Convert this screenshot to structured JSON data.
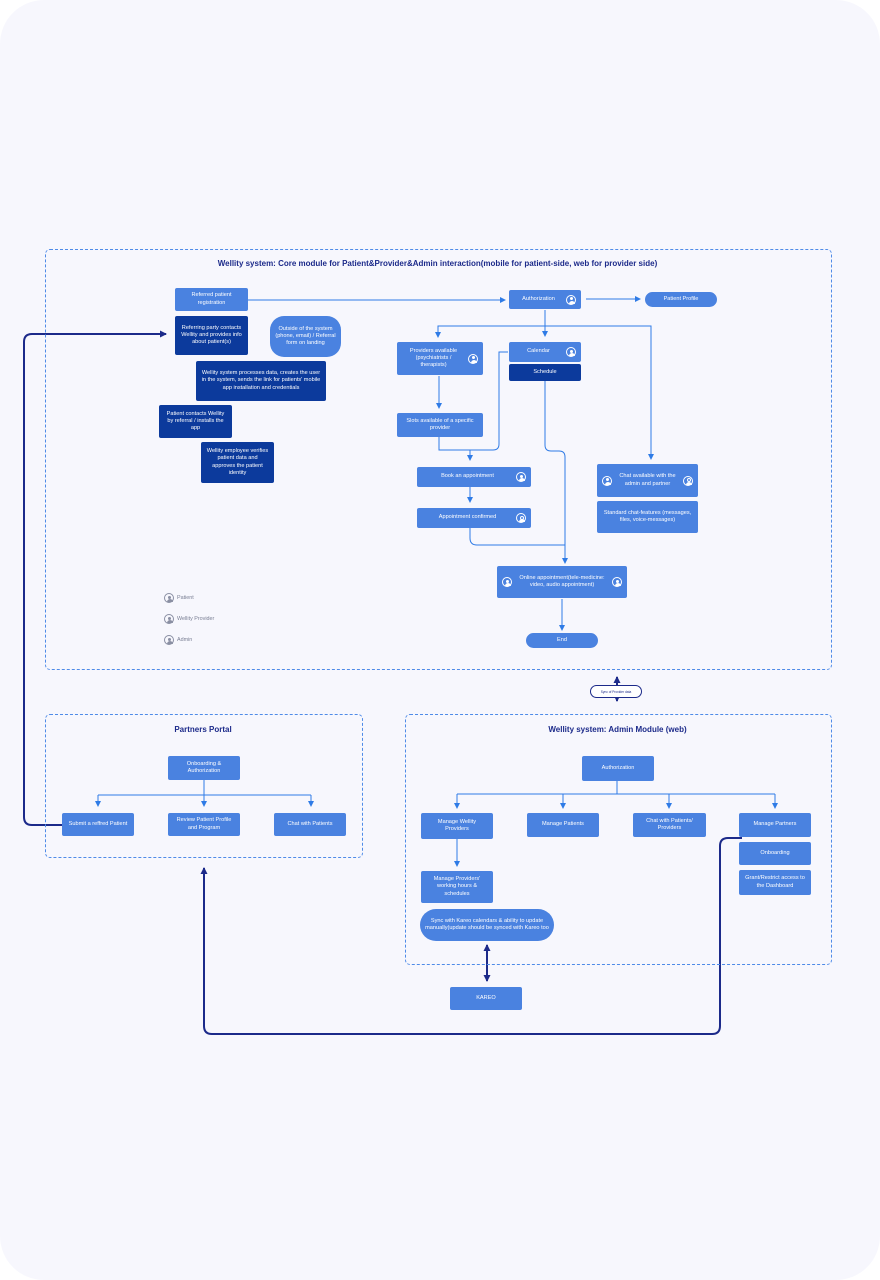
{
  "core": {
    "title": "Wellity system: Core module for Patient&Provider&Admin interaction(mobile for patient-side, web for provider side)",
    "referred": "Referred patient registration",
    "referring_party": "Referring party contacts Wellity and provides info about patient(s)",
    "outside": "Outside of the system (phone, email) / Referral form on landing",
    "processes": "Wellity system processes data, creates the user in the system, sends the link for patients' mobile app installation and credentials",
    "patient_contacts": "Patient contacts Wellity by referral / installs the app",
    "employee": "Wellity employee verifies patient data and approves the patient identity",
    "authorization": "Authorization",
    "patient_profile": "Patient Profile",
    "providers_available": "Providers available (psychiatrists / therapists)",
    "calendar": "Calendar",
    "schedule": "Schedule",
    "slots": "Slots available of a specific provider",
    "book": "Book an appointment",
    "confirmed": "Appointment confirmed",
    "chat_available": "Chat available with the admin and partner",
    "chat_features": "Standard chat-features (messages, files, voice-messages)",
    "online": "Online appointment(tele-medicine: video, audio appointment)",
    "end": "End"
  },
  "legend": {
    "patient": "Patient",
    "provider": "Wellity Provider",
    "admin": "Admin"
  },
  "sync_badge": "Sync of Provider data",
  "partners": {
    "title": "Partners Portal",
    "onboarding": "Onboarding & Authorization",
    "submit": "Submit a reffred Patient",
    "review": "Review Patient Profile and Program",
    "chat": "Chat with Patients"
  },
  "admin": {
    "title": "Wellity system: Admin Module (web)",
    "authorization": "Authorization",
    "manage_providers": "Manage Wellity Providers",
    "manage_patients": "Manage Patients",
    "chat": "Chat with Patients/ Providers",
    "manage_partners": "Manage Partners",
    "working_hours": "Manage Providers' working hours & schedules",
    "onboarding": "Onboarding",
    "grant": "Grant/Restrict access to the Dashboard",
    "sync": "Sync with Kareo calendars & ability to update manually(update should be synced with Kareo too"
  },
  "kareo": "KAREO",
  "colors": {
    "box": "#4a82e0",
    "box_dark": "#0c3a9c",
    "line": "#2f7be6",
    "line_dark": "#1c2a8a",
    "background": "#f7f7fd"
  }
}
